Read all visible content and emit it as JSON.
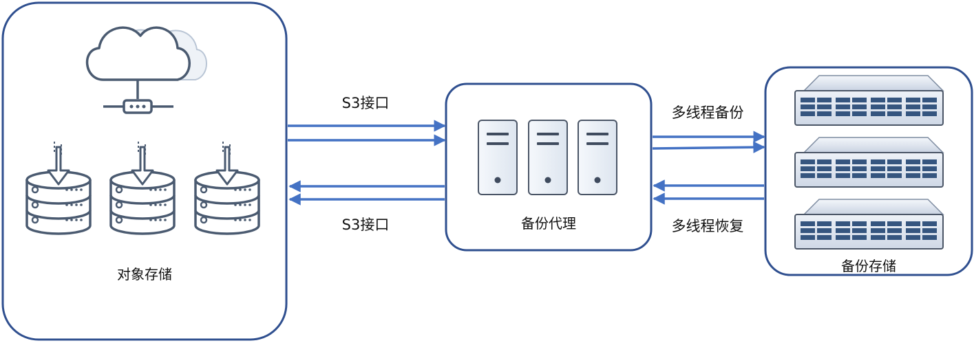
{
  "nodes": {
    "object_storage": {
      "label": "对象存储"
    },
    "backup_proxy": {
      "label": "备份代理"
    },
    "backup_storage": {
      "label": "备份存储"
    }
  },
  "edges": {
    "top_left": {
      "label": "S3接口",
      "direction": "to-proxy"
    },
    "bottom_left": {
      "label": "S3接口",
      "direction": "to-object-storage"
    },
    "top_right": {
      "label": "多线程备份",
      "direction": "to-backup-storage"
    },
    "bottom_right": {
      "label": "多线程恢复",
      "direction": "to-proxy"
    }
  },
  "colors": {
    "box_border": "#2f4f8f",
    "arrow": "#4472c4",
    "icon_stroke": "#4a5a70",
    "icon_light": "#e9eef5",
    "server_face": "#eef2f8",
    "rack_blue": "#35557f"
  }
}
